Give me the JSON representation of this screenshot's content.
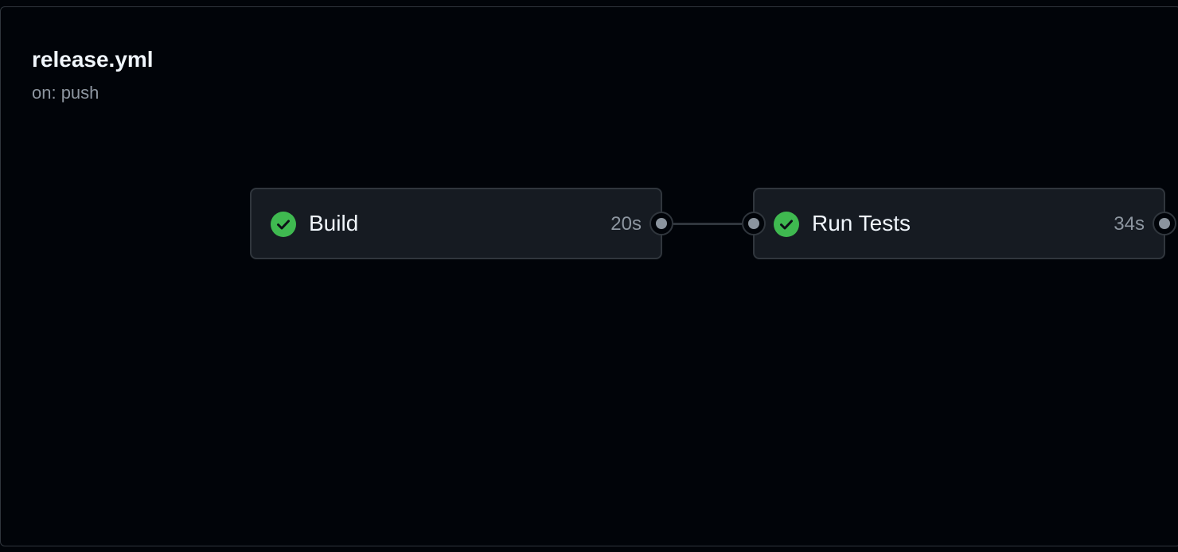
{
  "workflow": {
    "name": "release.yml",
    "trigger": "on: push"
  },
  "jobs": [
    {
      "name": "Build",
      "duration": "20s",
      "status": "success",
      "status_icon": "check-circle-icon"
    },
    {
      "name": "Run Tests",
      "duration": "34s",
      "status": "success",
      "status_icon": "check-circle-icon"
    }
  ],
  "colors": {
    "background": "#010409",
    "card": "#161b22",
    "border": "#30363d",
    "success": "#3fb950",
    "text": "#f0f6fc",
    "muted": "#8d96a0"
  }
}
